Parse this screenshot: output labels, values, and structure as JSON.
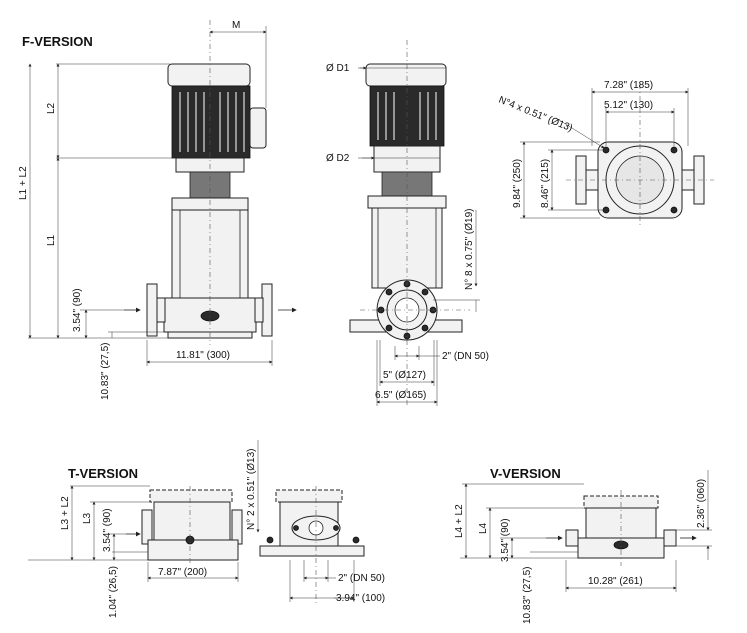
{
  "titles": {
    "f_version": "F-VERSION",
    "t_version": "T-VERSION",
    "v_version": "V-VERSION"
  },
  "f_front": {
    "m": "M",
    "l2": "L2",
    "l1_l2": "L1 + L2",
    "l1": "L1",
    "h_inlet": "3.54\" (90)",
    "width": "11.81\" (300)",
    "base": "10.83\" (27,5)"
  },
  "f_side": {
    "d1": "Ø D1",
    "d2": "Ø D2",
    "bolts": "N° 8 x 0.75\" (Ø19)",
    "dn": "2\" (DN 50)",
    "d127": "5\" (Ø127)",
    "d165": "6.5\" (Ø165)"
  },
  "f_top": {
    "w185": "7.28\" (185)",
    "w130": "5.12\" (130)",
    "holes": "N°4 x 0.51\" (Ø13)",
    "h250": "9.84\" (250)",
    "h215": "8.46\" (215)"
  },
  "t_version": {
    "l3_l2": "L3 + L2",
    "l3": "L3",
    "h90": "3.54\" (90)",
    "base": "1.04\" (26,5)",
    "width": "7.87\" (200)",
    "holes": "N° 2 x 0.51\" (Ø13)",
    "dn": "2\" (DN 50)",
    "w100": "3.94\" (100)"
  },
  "v_version": {
    "l4_l2": "L4 + L2",
    "l4": "L4",
    "h90": "3.54\" (90)",
    "h60": "2.36\" (060)",
    "base": "10.83\" (27,5)",
    "width": "10.28\" (261)"
  }
}
